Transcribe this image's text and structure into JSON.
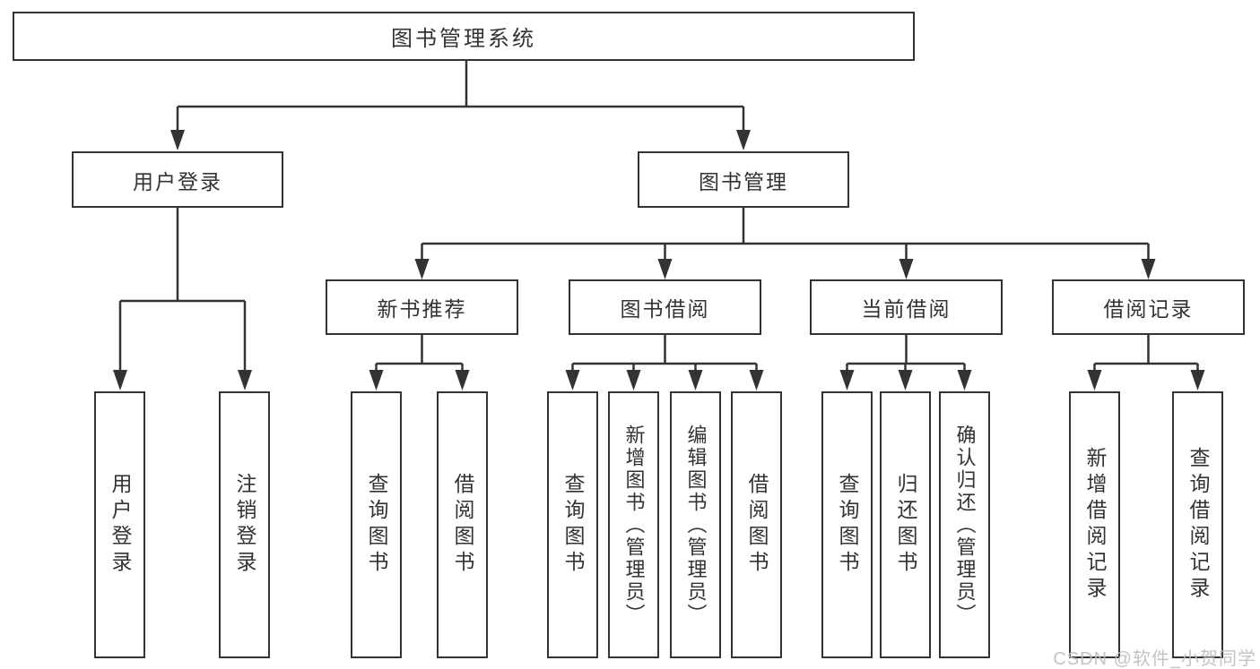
{
  "tree": {
    "root": "图书管理系统",
    "branches": [
      {
        "label": "用户登录",
        "leaves": [
          "用户登录",
          "注销登录"
        ]
      },
      {
        "label": "图书管理",
        "groups": [
          {
            "label": "新书推荐",
            "leaves": [
              "查询图书",
              "借阅图书"
            ]
          },
          {
            "label": "图书借阅",
            "leaves": [
              "查询图书",
              "新增图书（管理员）",
              "编辑图书（管理员）",
              "借阅图书"
            ]
          },
          {
            "label": "当前借阅",
            "leaves": [
              "查询图书",
              "归还图书",
              "确认归还（管理员）"
            ]
          },
          {
            "label": "借阅记录",
            "leaves": [
              "新增借阅记录",
              "查询借阅记录"
            ]
          }
        ]
      }
    ]
  },
  "watermark": "CSDN @软件_小贺同学",
  "colors": {
    "line": "#333333",
    "text": "#333333",
    "watermark": "#bdbdbd",
    "background": "#ffffff"
  }
}
